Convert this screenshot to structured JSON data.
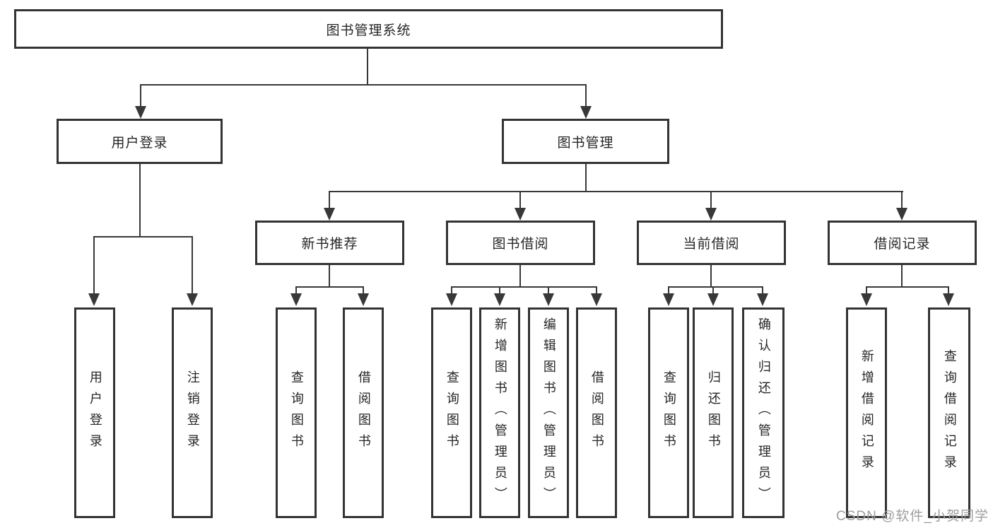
{
  "diagram": {
    "title_node": "图书管理系统",
    "level2": {
      "user_login": "用户登录",
      "book_management": "图书管理"
    },
    "level3": {
      "new_book_recommend": "新书推荐",
      "book_borrow": "图书借阅",
      "current_borrow": "当前借阅",
      "borrow_records": "借阅记录"
    },
    "leaves": [
      "用户登录",
      "注销登录",
      "查询图书",
      "借阅图书",
      "查询图书",
      "新增图书（管理员）",
      "编辑图书（管理员）",
      "借阅图书",
      "查询图书",
      "归还图书",
      "确认归还（管理员）",
      "新增借阅记录",
      "查询借阅记录"
    ]
  },
  "watermark": "CSDN @软件_小贺同学",
  "colors": {
    "background": "#ffffff",
    "box_border": "#333333",
    "connector": "#383838",
    "text": "#262626",
    "watermark": "#9e9e9e"
  }
}
